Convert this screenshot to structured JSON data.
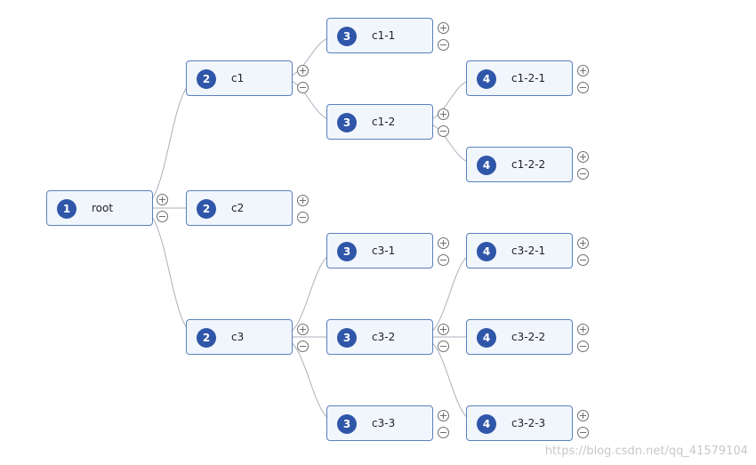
{
  "nodes": [
    {
      "id": "root",
      "level": "1",
      "label": "root"
    },
    {
      "id": "c1",
      "level": "2",
      "label": "c1"
    },
    {
      "id": "c2",
      "level": "2",
      "label": "c2"
    },
    {
      "id": "c3",
      "level": "2",
      "label": "c3"
    },
    {
      "id": "c1-1",
      "level": "3",
      "label": "c1-1"
    },
    {
      "id": "c1-2",
      "level": "3",
      "label": "c1-2"
    },
    {
      "id": "c1-2-1",
      "level": "4",
      "label": "c1-2-1"
    },
    {
      "id": "c1-2-2",
      "level": "4",
      "label": "c1-2-2"
    },
    {
      "id": "c3-1",
      "level": "3",
      "label": "c3-1"
    },
    {
      "id": "c3-2",
      "level": "3",
      "label": "c3-2"
    },
    {
      "id": "c3-3",
      "level": "3",
      "label": "c3-3"
    },
    {
      "id": "c3-2-1",
      "level": "4",
      "label": "c3-2-1"
    },
    {
      "id": "c3-2-2",
      "level": "4",
      "label": "c3-2-2"
    },
    {
      "id": "c3-2-3",
      "level": "4",
      "label": "c3-2-3"
    }
  ],
  "edges": [
    [
      "root",
      "c1"
    ],
    [
      "root",
      "c2"
    ],
    [
      "root",
      "c3"
    ],
    [
      "c1",
      "c1-1"
    ],
    [
      "c1",
      "c1-2"
    ],
    [
      "c1-2",
      "c1-2-1"
    ],
    [
      "c1-2",
      "c1-2-2"
    ],
    [
      "c3",
      "c3-1"
    ],
    [
      "c3",
      "c3-2"
    ],
    [
      "c3",
      "c3-3"
    ],
    [
      "c3-2",
      "c3-2-1"
    ],
    [
      "c3-2",
      "c3-2-2"
    ],
    [
      "c3-2",
      "c3-2-3"
    ]
  ],
  "colors": {
    "node_fill": "#f1f6fd",
    "node_border": "#5a80bd",
    "badge": "#2f56a8",
    "edge": "#a9b1bb",
    "control": "#6f6f6f"
  },
  "controls": {
    "expand_icon": "plus-circle-icon",
    "collapse_icon": "minus-circle-icon"
  },
  "watermark": "https://blog.csdn.net/qq_41579104"
}
